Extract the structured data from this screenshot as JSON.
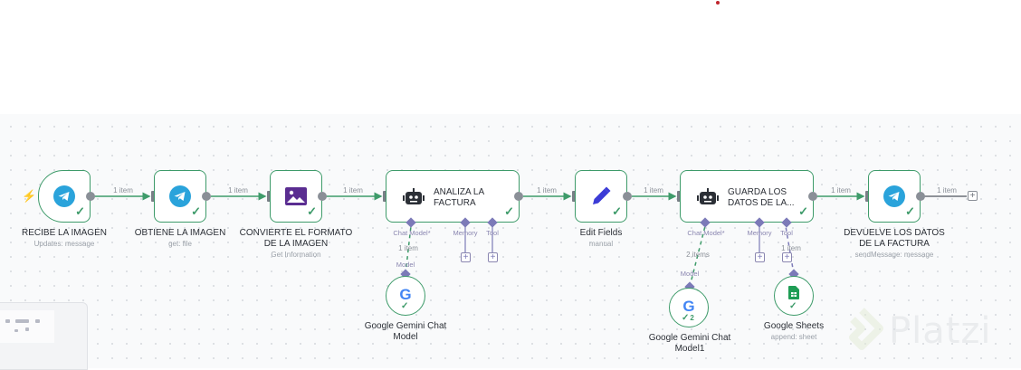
{
  "colors": {
    "success": "#3e9b6a",
    "port": "#7c7ab8",
    "trigger": "#ef5b3a",
    "telegram": "#2aa3db",
    "robot": "#2b2f36",
    "edit": "#3b3bd6",
    "image": "#5a2d91",
    "sheets": "#1f9d55"
  },
  "nodes": [
    {
      "id": "recibe",
      "title": "RECIBE LA IMAGEN",
      "subtitle": "Updates: message",
      "icon": "telegram-icon"
    },
    {
      "id": "obtiene",
      "title": "OBTIENE LA IMAGEN",
      "subtitle": "get: file",
      "icon": "telegram-icon"
    },
    {
      "id": "convierte",
      "title_l1": "CONVIERTE EL FORMATO",
      "title_l2": "DE LA IMAGEN",
      "subtitle": "Get Information",
      "icon": "image-icon"
    },
    {
      "id": "analiza",
      "title_l1": "ANALIZA LA",
      "title_l2": "FACTURA",
      "icon": "robot-icon"
    },
    {
      "id": "edit",
      "title": "Edit Fields",
      "subtitle": "manual",
      "icon": "pencil-icon"
    },
    {
      "id": "guarda",
      "title_l1": "GUARDA LOS",
      "title_l2": "DATOS DE LA...",
      "icon": "robot-icon"
    },
    {
      "id": "devuelve",
      "title_l1": "DEVUELVE LOS DATOS",
      "title_l2": "DE LA FACTURA",
      "subtitle": "sendMessage: message",
      "icon": "telegram-icon"
    },
    {
      "id": "gemini1",
      "title_l1": "Google Gemini Chat",
      "title_l2": "Model",
      "icon": "google-icon"
    },
    {
      "id": "gemini2",
      "title_l1": "Google Gemini Chat",
      "title_l2": "Model1",
      "icon": "google-icon",
      "run_count": "2"
    },
    {
      "id": "sheets",
      "title": "Google Sheets",
      "subtitle": "append: sheet",
      "icon": "google-sheets-icon"
    }
  ],
  "connections": {
    "c1": "1 item",
    "c2": "1 item",
    "c3": "1 item",
    "c4": "1 item",
    "c5": "1 item",
    "c6": "1 item",
    "c7": "1 item",
    "gemini1_to_analiza": "1 item",
    "gemini2_to_guarda": "2 items",
    "sheets_to_guarda": "1 item"
  },
  "ports": {
    "chat_model": "Chat Model*",
    "memory": "Memory",
    "tool": "Tool",
    "model": "Model"
  },
  "watermark": "Platzi"
}
